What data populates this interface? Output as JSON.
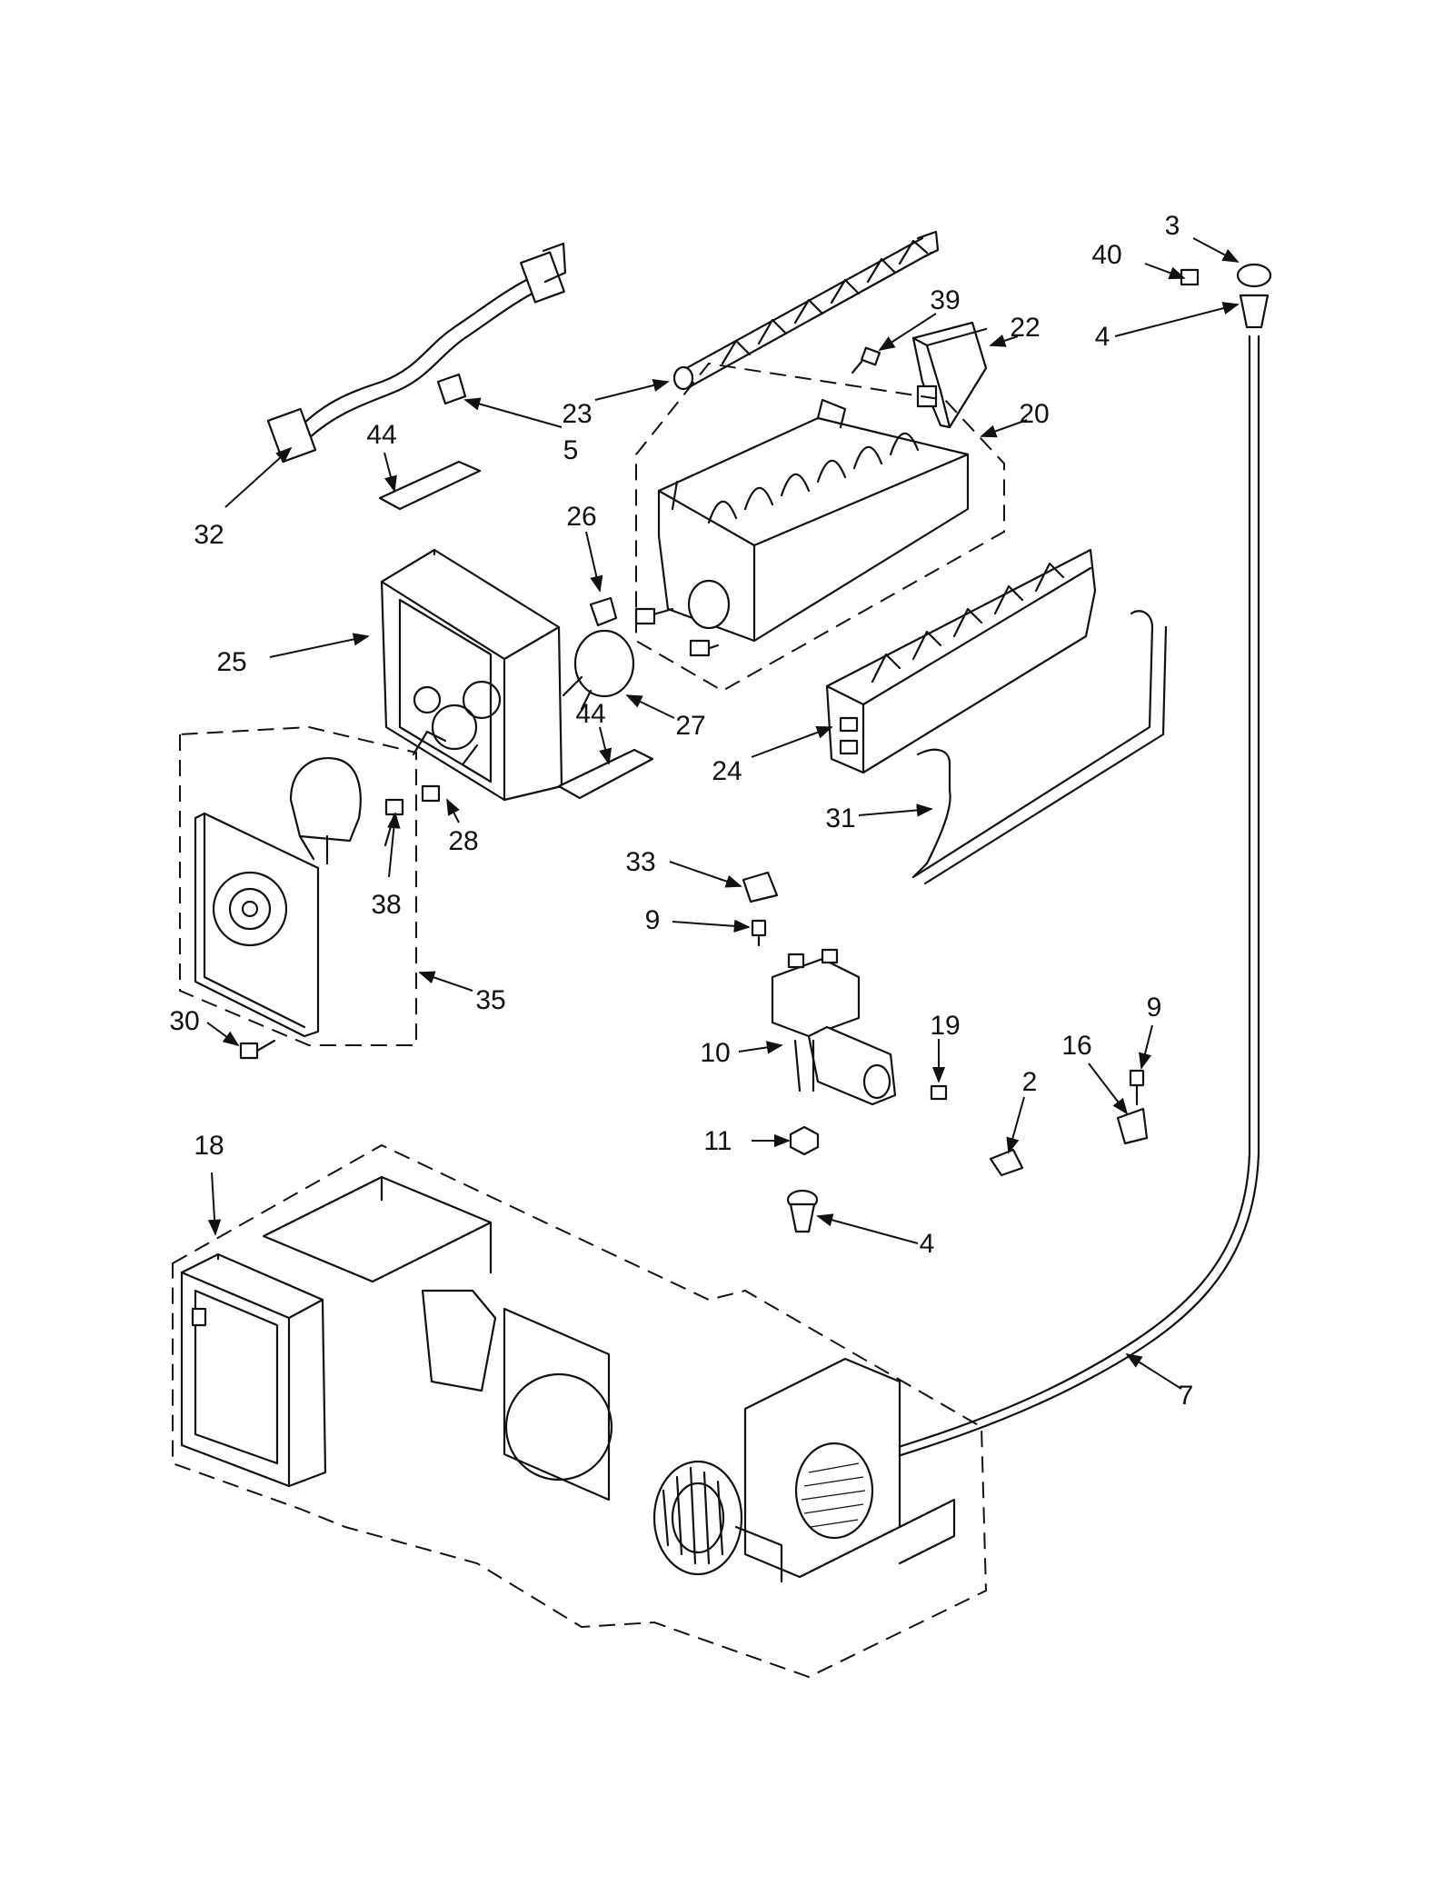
{
  "callouts": [
    {
      "id": "3",
      "label": "3"
    },
    {
      "id": "40",
      "label": "40"
    },
    {
      "id": "4a",
      "label": "4"
    },
    {
      "id": "39",
      "label": "39"
    },
    {
      "id": "22",
      "label": "22"
    },
    {
      "id": "23",
      "label": "23"
    },
    {
      "id": "5",
      "label": "5"
    },
    {
      "id": "20",
      "label": "20"
    },
    {
      "id": "44a",
      "label": "44"
    },
    {
      "id": "32",
      "label": "32"
    },
    {
      "id": "26",
      "label": "26"
    },
    {
      "id": "25",
      "label": "25"
    },
    {
      "id": "27",
      "label": "27"
    },
    {
      "id": "44b",
      "label": "44"
    },
    {
      "id": "24",
      "label": "24"
    },
    {
      "id": "31",
      "label": "31"
    },
    {
      "id": "28",
      "label": "28"
    },
    {
      "id": "38",
      "label": "38"
    },
    {
      "id": "33",
      "label": "33"
    },
    {
      "id": "9a",
      "label": "9"
    },
    {
      "id": "35",
      "label": "35"
    },
    {
      "id": "30",
      "label": "30"
    },
    {
      "id": "19",
      "label": "19"
    },
    {
      "id": "9b",
      "label": "9"
    },
    {
      "id": "10",
      "label": "10"
    },
    {
      "id": "16",
      "label": "16"
    },
    {
      "id": "2",
      "label": "2"
    },
    {
      "id": "18",
      "label": "18"
    },
    {
      "id": "11",
      "label": "11"
    },
    {
      "id": "4b",
      "label": "4"
    },
    {
      "id": "7",
      "label": "7"
    }
  ]
}
